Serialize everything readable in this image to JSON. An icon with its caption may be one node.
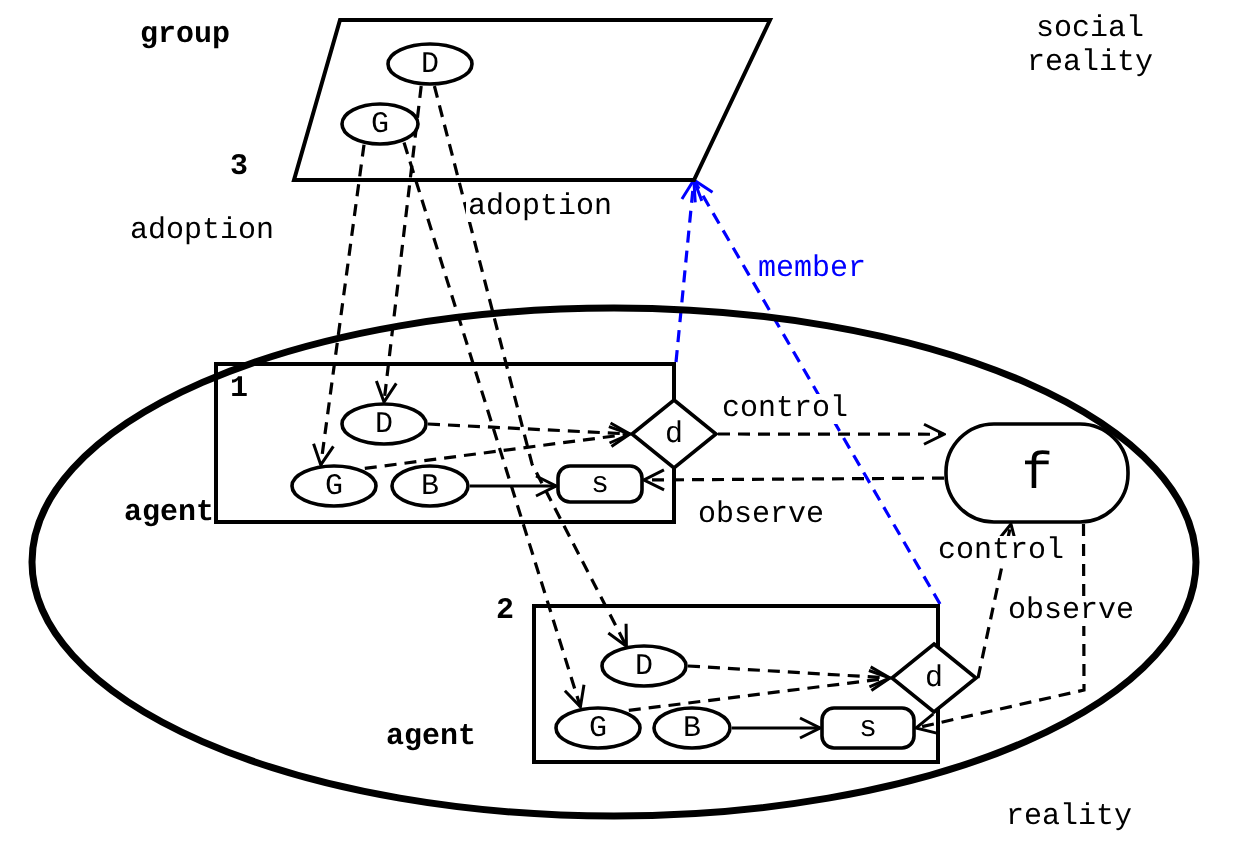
{
  "diagram": {
    "nodes": [
      {
        "text": [
          "group"
        ],
        "beside": [
          "3"
        ]
      },
      {
        "text": [
          "D"
        ],
        "in": 0
      },
      {
        "text": [
          "G"
        ],
        "in": 0
      },
      {
        "text": [
          "reality"
        ]
      },
      {
        "text": [
          "agent"
        ],
        "beside": [
          "1"
        ],
        "in": 3
      },
      {
        "text": [
          "D"
        ],
        "in": 4
      },
      {
        "text": [
          "G"
        ],
        "in": 4
      },
      {
        "text": [
          "B"
        ],
        "in": 4
      },
      {
        "text": [
          "s"
        ],
        "in": 4
      },
      {
        "text": [
          "d"
        ],
        "in": 3
      },
      {
        "text": [
          "f"
        ],
        "in": 3
      },
      {
        "text": [
          "agent"
        ],
        "beside": [
          "2"
        ],
        "in": 3
      },
      {
        "text": [
          "D"
        ],
        "in": 11
      },
      {
        "text": [
          "G"
        ],
        "in": 11
      },
      {
        "text": [
          "B"
        ],
        "in": 11
      },
      {
        "text": [
          "s"
        ],
        "in": 11
      },
      {
        "text": [
          "d"
        ],
        "in": 3
      }
    ],
    "edges": [
      {
        "from": 2,
        "to": 6,
        "arrow": "to",
        "style": "dashed",
        "label": "adoption"
      },
      {
        "from": 2,
        "to": 13,
        "arrow": "to",
        "style": "dashed"
      },
      {
        "from": 1,
        "to": 5,
        "arrow": "to",
        "style": "dashed"
      },
      {
        "from": 1,
        "to": 12,
        "arrow": "to",
        "style": "dashed",
        "label": "adoption"
      },
      {
        "from": 5,
        "to": 9,
        "arrow": "to",
        "style": "dashed"
      },
      {
        "from": 6,
        "to": 9,
        "arrow": "to",
        "style": "dashed"
      },
      {
        "from": 7,
        "to": 8,
        "arrow": "to"
      },
      {
        "from": 9,
        "to": 10,
        "arrow": "to",
        "style": "dashed",
        "label": "control"
      },
      {
        "from": 10,
        "to": 8,
        "arrow": "to",
        "style": "dashed",
        "label": "observe"
      },
      {
        "from": 12,
        "to": 16,
        "arrow": "to",
        "style": "dashed"
      },
      {
        "from": 13,
        "to": 16,
        "arrow": "to",
        "style": "dashed"
      },
      {
        "from": 14,
        "to": 15,
        "arrow": "to"
      },
      {
        "from": 16,
        "to": 10,
        "arrow": "to",
        "style": "dashed",
        "label": "control"
      },
      {
        "from": 10,
        "to": 15,
        "arrow": "to",
        "style": "dashed",
        "label": "observe"
      },
      {
        "from": 4,
        "to": 0,
        "arrow": "to",
        "style": "dashed",
        "color": "#0000ff"
      },
      {
        "from": 11,
        "to": 0,
        "arrow": "to",
        "style": "dashed",
        "color": "#0000ff",
        "label": "member"
      }
    ],
    "labels": [
      "social reality"
    ]
  }
}
